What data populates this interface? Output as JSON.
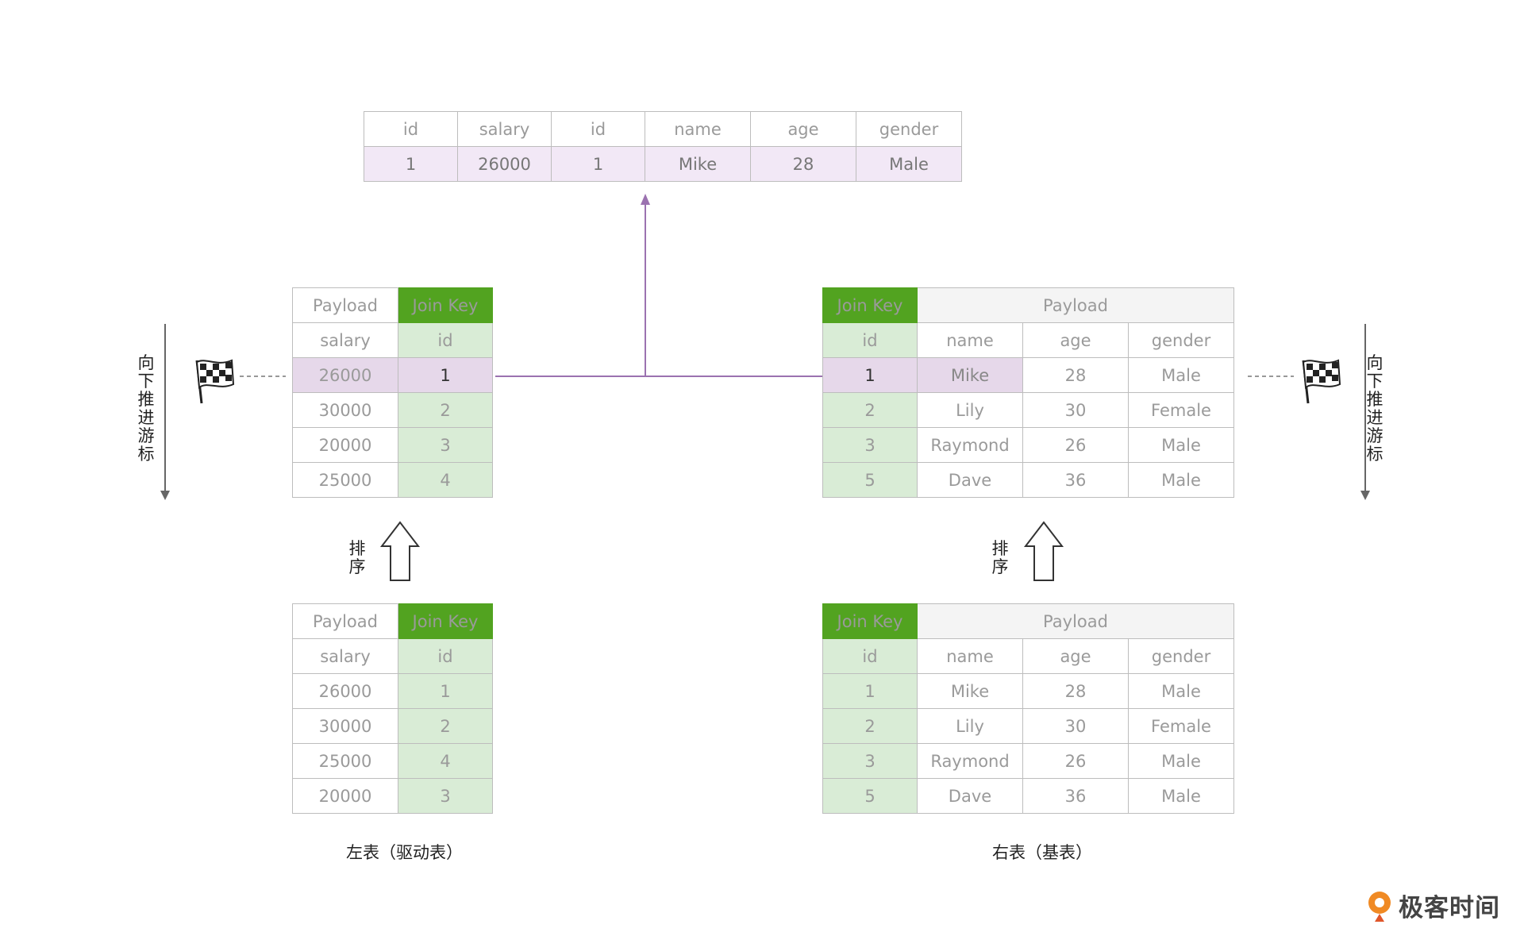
{
  "result": {
    "headers": [
      "id",
      "salary",
      "id",
      "name",
      "age",
      "gender"
    ],
    "row": [
      "1",
      "26000",
      "1",
      "Mike",
      "28",
      "Male"
    ]
  },
  "left_sorted": {
    "payload_label": "Payload",
    "joinkey_label": "Join Key",
    "col_payload": "salary",
    "col_key": "id",
    "rows": [
      [
        "26000",
        "1"
      ],
      [
        "30000",
        "2"
      ],
      [
        "20000",
        "3"
      ],
      [
        "25000",
        "4"
      ]
    ]
  },
  "left_original": {
    "payload_label": "Payload",
    "joinkey_label": "Join Key",
    "col_payload": "salary",
    "col_key": "id",
    "rows": [
      [
        "26000",
        "1"
      ],
      [
        "30000",
        "2"
      ],
      [
        "25000",
        "4"
      ],
      [
        "20000",
        "3"
      ]
    ]
  },
  "right_sorted": {
    "joinkey_label": "Join Key",
    "payload_label": "Payload",
    "cols": [
      "id",
      "name",
      "age",
      "gender"
    ],
    "rows": [
      [
        "1",
        "Mike",
        "28",
        "Male"
      ],
      [
        "2",
        "Lily",
        "30",
        "Female"
      ],
      [
        "3",
        "Raymond",
        "26",
        "Male"
      ],
      [
        "5",
        "Dave",
        "36",
        "Male"
      ]
    ]
  },
  "right_original": {
    "joinkey_label": "Join Key",
    "payload_label": "Payload",
    "cols": [
      "id",
      "name",
      "age",
      "gender"
    ],
    "rows": [
      [
        "1",
        "Mike",
        "28",
        "Male"
      ],
      [
        "2",
        "Lily",
        "30",
        "Female"
      ],
      [
        "3",
        "Raymond",
        "26",
        "Male"
      ],
      [
        "5",
        "Dave",
        "36",
        "Male"
      ]
    ]
  },
  "labels": {
    "cursor_chars": [
      "向",
      "下",
      "推",
      "进",
      "游",
      "标"
    ],
    "sort_chars": [
      "排",
      "序"
    ],
    "left_caption": "左表（驱动表）",
    "right_caption": "右表（基表）",
    "brand": "极客时间"
  },
  "colors": {
    "join_key_green": "#52a320",
    "join_key_cell": "#d9ecd6",
    "highlight_purple": "#e6d8ea",
    "connector_purple": "#9b72b0"
  },
  "icons": {
    "cursor_marker": "checkered-flag-icon",
    "sort_arrow": "up-arrow-icon",
    "brand_logo": "geektime-logo-icon"
  }
}
